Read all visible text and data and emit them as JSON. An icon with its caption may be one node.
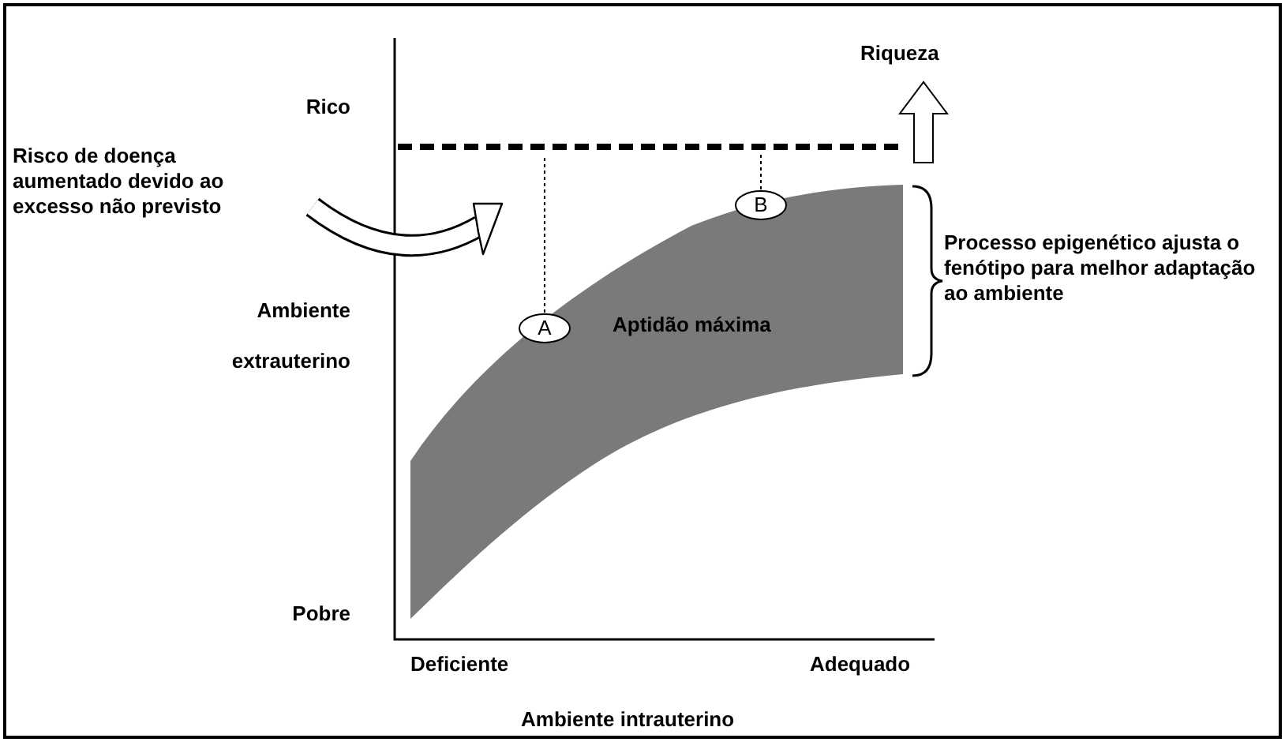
{
  "diagram": {
    "nodes": [
      {
        "text": [
          "Risco de doença aumentado devido ao excesso não previsto"
        ]
      },
      {
        "text": [
          "Aptidão máxima"
        ]
      },
      {
        "text": [
          "A"
        ],
        "in": 1
      },
      {
        "text": [
          "B"
        ],
        "in": 1
      },
      {
        "text": [],
        "shape": "line"
      }
    ],
    "edges": [
      {
        "from": 0,
        "to": null,
        "arrow": "to",
        "style": "thick"
      },
      {
        "from": 2,
        "to": 4,
        "arrow": "none",
        "style": "dashed"
      },
      {
        "from": 3,
        "to": 4,
        "arrow": "none",
        "style": "dashed"
      }
    ],
    "labels": [
      "Riqueza",
      "Rico",
      "Ambiente",
      "extrauterino",
      "Processo epigenético ajusta o fenótipo para melhor adaptação ao ambiente",
      "Pobre",
      "Deficiente",
      "Adequado",
      "Ambiente intrauterino"
    ]
  }
}
